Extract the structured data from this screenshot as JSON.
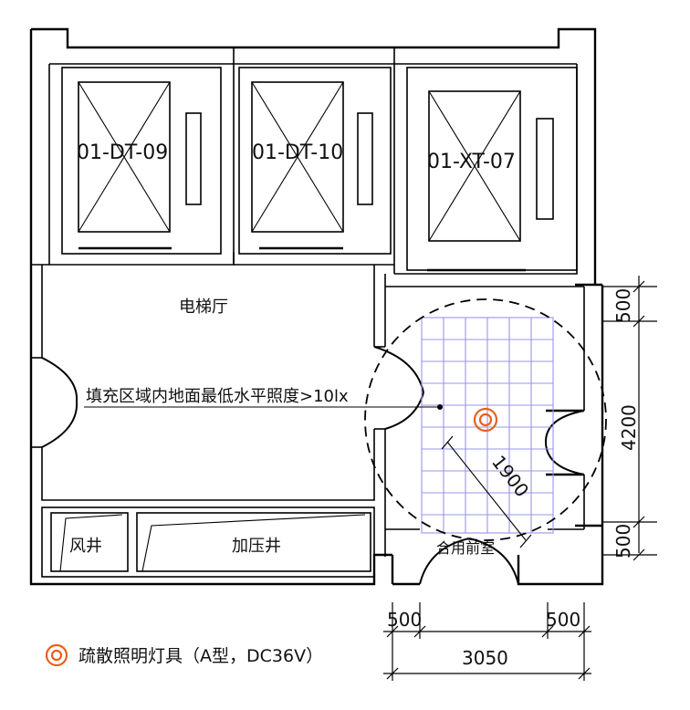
{
  "labels": {
    "elevator_1": "01-DT-09",
    "elevator_2": "01-DT-10",
    "elevator_3": "01-XT-07",
    "elevator_hall": "电梯厅",
    "fill_note": "填充区域内地面最低水平照度>10lx",
    "wind_shaft": "风井",
    "pressure_shaft": "加压井",
    "shared_anteroom": "合用前室"
  },
  "dimensions": {
    "radius": "1900",
    "height_total": "4200",
    "top_offset": "500",
    "bottom_offset": "500",
    "left_offset": "500",
    "right_offset": "500",
    "width_total": "3050"
  },
  "legend": {
    "icon": "concentric-circle-lamp-icon",
    "text": "疏散照明灯具（A型，DC36V）"
  },
  "colors": {
    "fill_grid": "#9a94ea",
    "lamp": "#e8601c",
    "line": "#000000"
  }
}
